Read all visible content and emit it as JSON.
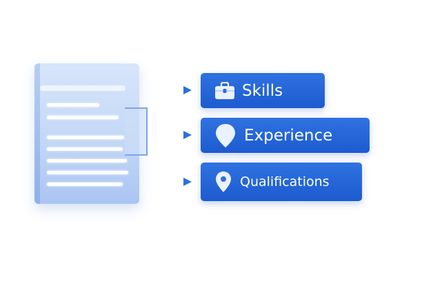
{
  "colors": {
    "accent": "#2563d9",
    "pill_fill": "#1f5fd4",
    "arrow": "#2d6fe0",
    "document": "#c7d9f7"
  },
  "document": {
    "icon": "document-icon",
    "lines_shown": 7
  },
  "categories": [
    {
      "label": "Skills",
      "icon": "briefcase-icon"
    },
    {
      "label": "Experience",
      "icon": "location-pin-icon"
    },
    {
      "label": "Qualifications",
      "icon": "map-marker-icon"
    }
  ]
}
